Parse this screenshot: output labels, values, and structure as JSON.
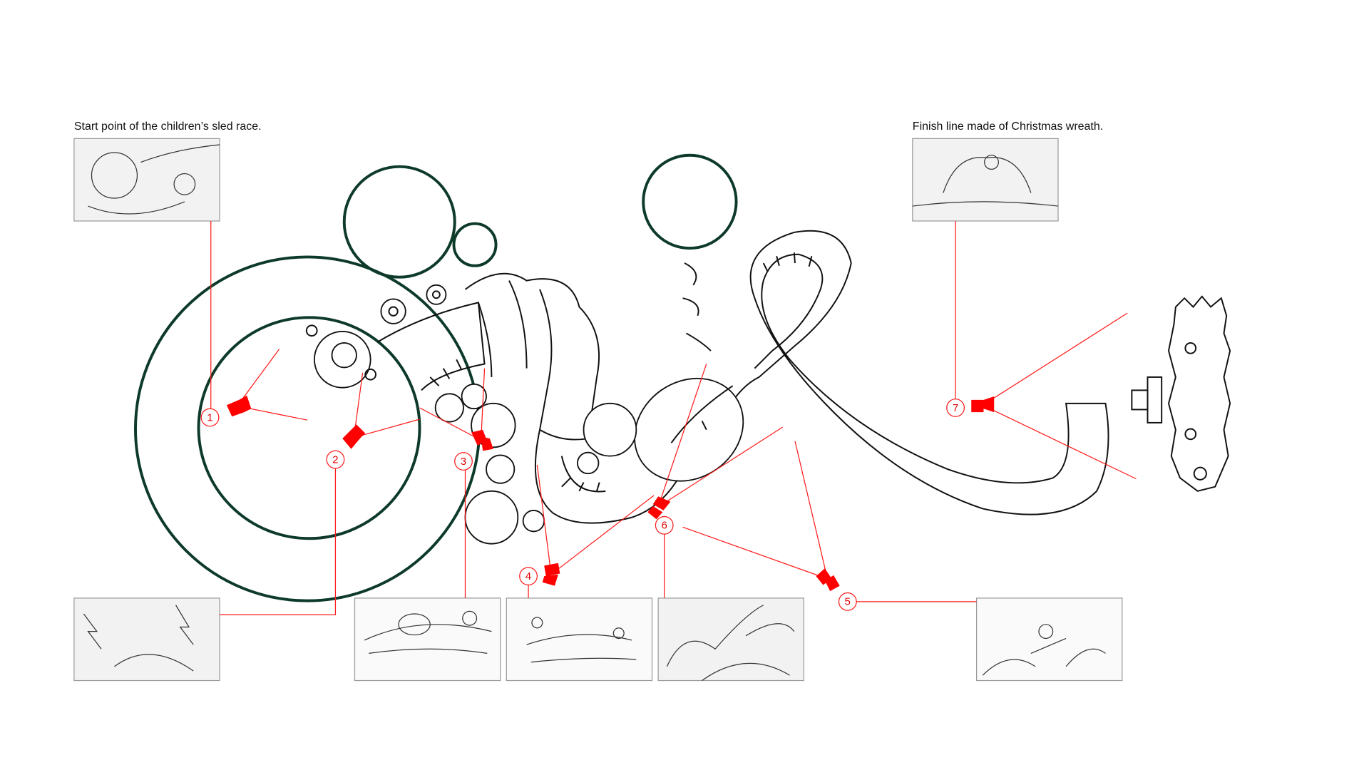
{
  "captions": {
    "start": "Start point of the children’s sled race.",
    "finish": "Finish line made of Christmas wreath."
  },
  "markers": [
    "1",
    "2",
    "3",
    "4",
    "5",
    "6",
    "7"
  ],
  "colors": {
    "marker": "#ff0000",
    "ring": "#0d3a29",
    "line": "#ff1a1a"
  },
  "thumbnails": [
    "start-snowman",
    "finish-wreath",
    "scene-2",
    "scene-3",
    "scene-4",
    "scene-6",
    "scene-5"
  ]
}
